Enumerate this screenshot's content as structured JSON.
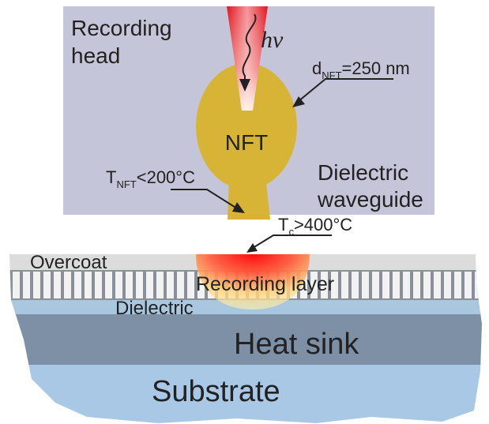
{
  "labels": {
    "recording_head_line1": "Recording",
    "recording_head_line2": "head",
    "photon_h": "h",
    "photon_nu": "ν",
    "nft_diameter_main": "d",
    "nft_diameter_sub": "NFT",
    "nft_diameter_value": "=250 nm",
    "nft": "NFT",
    "nft_temp_main": "T",
    "nft_temp_sub": "NFT",
    "nft_temp_value": "<200°C",
    "dielectric_waveguide_line1": "Dielectric",
    "dielectric_waveguide_line2": "waveguide",
    "curie_temp_main": "T",
    "curie_temp_sub": "c",
    "curie_temp_value": ">400°C",
    "overcoat": "Overcoat",
    "recording_layer": "Recording layer",
    "dielectric": "Dielectric",
    "heat_sink": "Heat sink",
    "substrate": "Substrate"
  },
  "colors": {
    "head_background": "#c5c5d9",
    "nft_gold": "#d8b436",
    "laser_red": "#e8202a",
    "overcoat": "#dcdcdc",
    "recording_layer": "#8a8f9a",
    "recording_grain": "#f2f2f2",
    "dielectric": "#aac7e0",
    "heat_sink": "#7d90a6",
    "substrate": "#a9c8e6",
    "hotspot": "#ff1a1a",
    "text": "#222222"
  }
}
